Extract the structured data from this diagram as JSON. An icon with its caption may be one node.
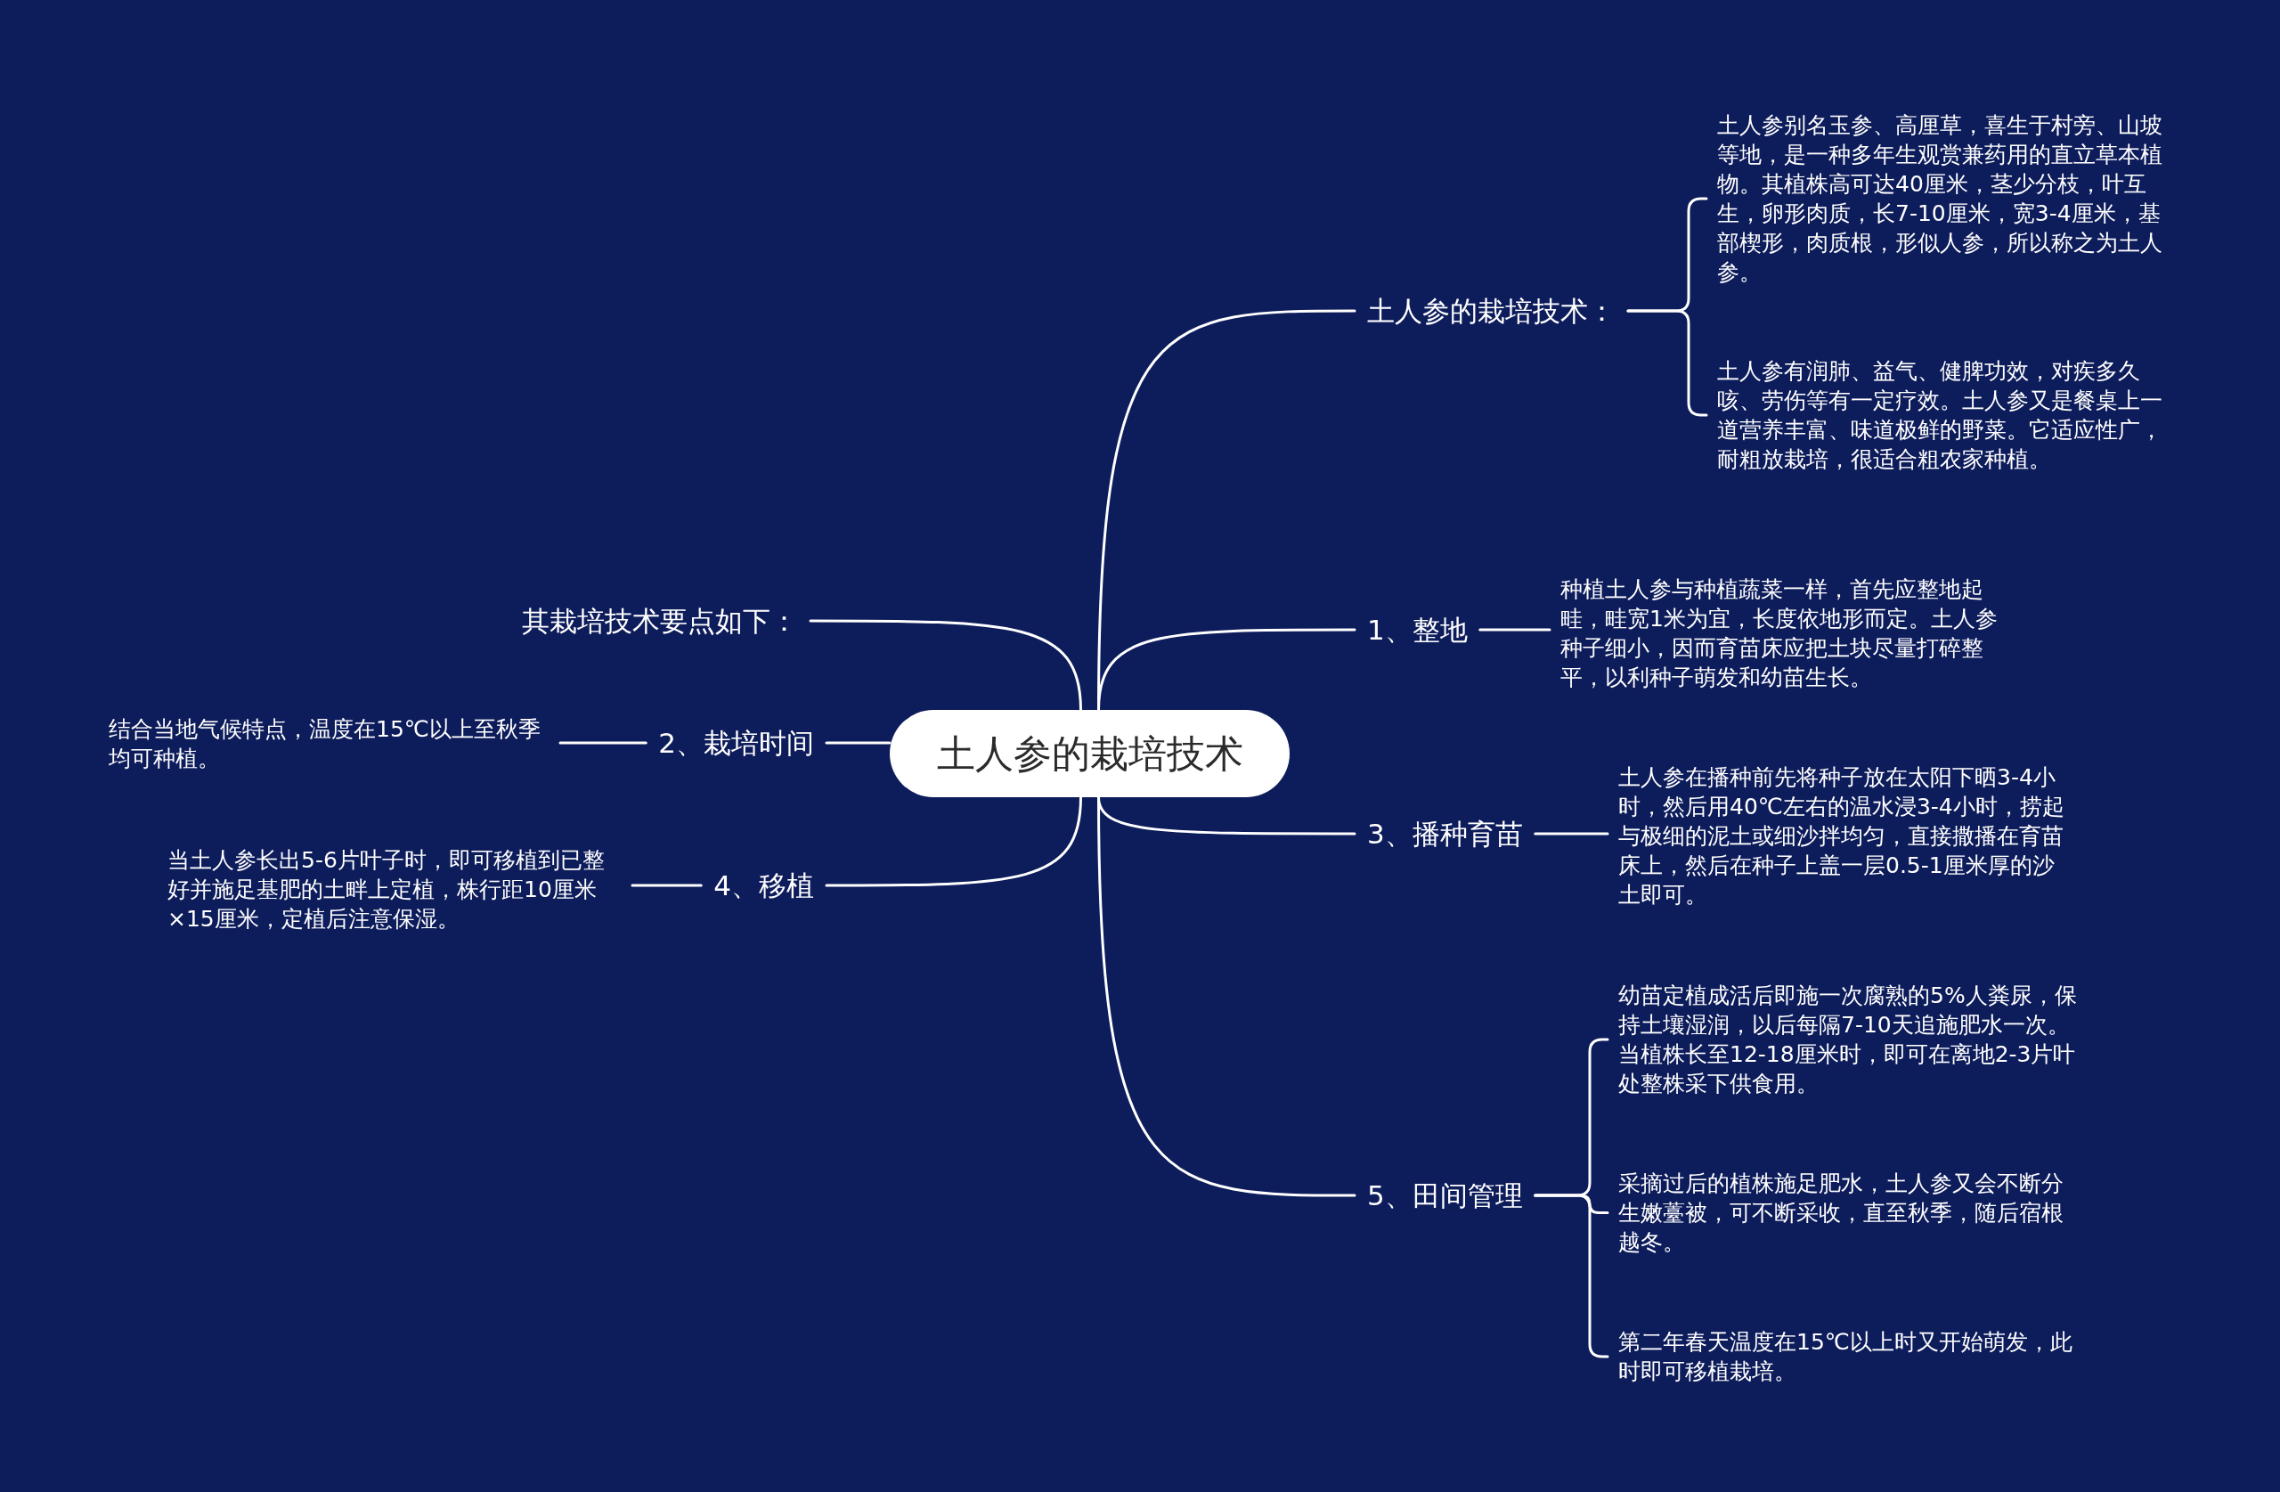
{
  "diagram": {
    "nodes": [
      {
        "text": [
          "土人参的栽培技术"
        ]
      },
      {
        "text": [
          "土人参的栽培技术："
        ]
      },
      {
        "text": [
          "土人参别名玉参、高厘草，喜生于村旁、山坡等地，是一种多年生观赏兼药用的直立草本植物。其植株高可达40厘米，茎少分枝，叶互生，卵形肉质，长7-10厘米，宽3-4厘米，基部楔形，肉质根，形似人参，所以称之为土人参。"
        ]
      },
      {
        "text": [
          "土人参有润肺、益气、健脾功效，对疾多久咳、劳伤等有一定疗效。土人参又是餐桌上一道营养丰富、味道极鲜的野菜。它适应性广，耐粗放栽培，很适合粗农家种植。"
        ]
      },
      {
        "text": [
          "其栽培技术要点如下："
        ]
      },
      {
        "text": [
          "1、整地"
        ]
      },
      {
        "text": [
          "种植土人参与种植蔬菜一样，首先应整地起畦，畦宽1米为宜，长度依地形而定。土人参种子细小，因而育苗床应把土块尽量打碎整平，以利种子萌发和幼苗生长。"
        ]
      },
      {
        "text": [
          "2、栽培时间"
        ]
      },
      {
        "text": [
          "结合当地气候特点，温度在15℃以上至秋季均可种植。"
        ]
      },
      {
        "text": [
          "3、播种育苗"
        ]
      },
      {
        "text": [
          "土人参在播种前先将种子放在太阳下晒3-4小时，然后用40℃左右的温水浸3-4小时，捞起与极细的泥土或细沙拌均匀，直接撒播在育苗床上，然后在种子上盖一层0.5-1厘米厚的沙土即可。"
        ]
      },
      {
        "text": [
          "4、移植"
        ]
      },
      {
        "text": [
          "当土人参长出5-6片叶子时，即可移植到已整好并施足基肥的土畔上定植，株行距10厘米×15厘米，定植后注意保湿。"
        ]
      },
      {
        "text": [
          "5、田间管理"
        ]
      },
      {
        "text": [
          "幼苗定植成活后即施一次腐熟的5%人粪尿，保持土壤湿润，以后每隔7-10天追施肥水一次。当植株长至12-18厘米时，即可在离地2-3片叶处整株采下供食用。"
        ]
      },
      {
        "text": [
          "采摘过后的植株施足肥水，土人参又会不断分生嫩薹被，可不断采收，直至秋季，随后宿根越冬。"
        ]
      },
      {
        "text": [
          "第二年春天温度在15℃以上时又开始萌发，此时即可移植栽培。"
        ]
      }
    ],
    "edges": [
      {
        "from": 0,
        "to": 1,
        "arrow": "none"
      },
      {
        "from": 1,
        "to": 2,
        "arrow": "none"
      },
      {
        "from": 1,
        "to": 3,
        "arrow": "none"
      },
      {
        "from": 0,
        "to": 4,
        "arrow": "none"
      },
      {
        "from": 0,
        "to": 5,
        "arrow": "none"
      },
      {
        "from": 5,
        "to": 6,
        "arrow": "none"
      },
      {
        "from": 0,
        "to": 7,
        "arrow": "none"
      },
      {
        "from": 7,
        "to": 8,
        "arrow": "none"
      },
      {
        "from": 0,
        "to": 9,
        "arrow": "none"
      },
      {
        "from": 9,
        "to": 10,
        "arrow": "none"
      },
      {
        "from": 0,
        "to": 11,
        "arrow": "none"
      },
      {
        "from": 11,
        "to": 12,
        "arrow": "none"
      },
      {
        "from": 0,
        "to": 13,
        "arrow": "none"
      },
      {
        "from": 13,
        "to": 14,
        "arrow": "none"
      },
      {
        "from": 13,
        "to": 15,
        "arrow": "none"
      },
      {
        "from": 13,
        "to": 16,
        "arrow": "none"
      }
    ]
  }
}
